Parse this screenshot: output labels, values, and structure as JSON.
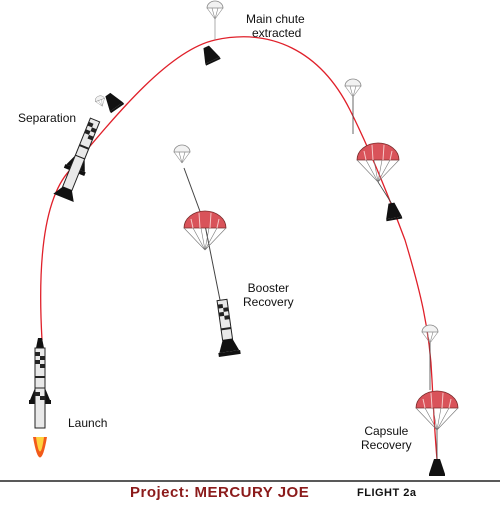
{
  "labels": {
    "main_chute": [
      "Main chute",
      "extracted"
    ],
    "separation": "Separation",
    "booster_recovery": [
      "Booster",
      "Recovery"
    ],
    "launch": "Launch",
    "capsule_recovery": [
      "Capsule",
      "Recovery"
    ]
  },
  "footer": {
    "title": "Project: MERCURY JOE",
    "flight": "FLIGHT 2a"
  },
  "colors": {
    "trajectory": "#e0202a",
    "footer_title": "#8b1a1a",
    "chute_red": "#d9535a",
    "ground": "#222222"
  }
}
